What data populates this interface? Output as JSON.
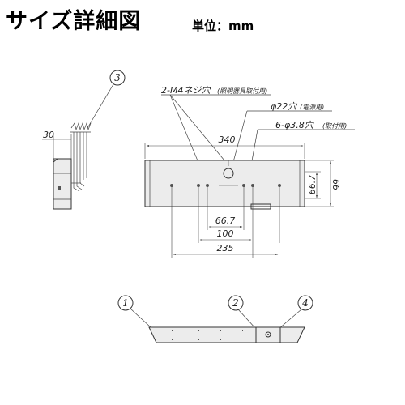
{
  "header": {
    "title": "サイズ詳細図",
    "unit": "単位：mm"
  },
  "callouts": {
    "c1": "1",
    "c2": "2",
    "c3": "3",
    "c4": "4"
  },
  "annotations": {
    "screw_m4_label": "2-M4ネジ穴",
    "screw_m4_note": "(照明器具取付用)",
    "hole_phi22_label": "φ22穴",
    "hole_phi22_note": "(電源用)",
    "hole_phi38_label": "6-φ3.8穴",
    "hole_phi38_note": "(取付用)"
  },
  "dimensions": {
    "width_total": "340",
    "height_inner": "66.7",
    "height_total": "99",
    "spacing_66_7": "66.7",
    "spacing_100": "100",
    "spacing_235": "235",
    "side_depth": "30"
  }
}
